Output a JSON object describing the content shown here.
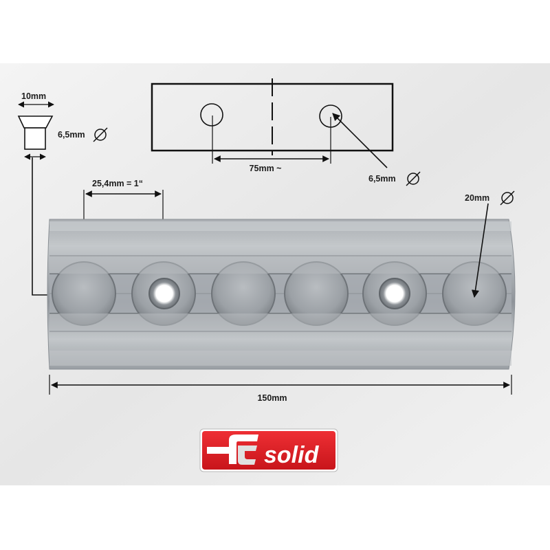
{
  "colors": {
    "background_panel": "#ececec",
    "rail": "#b4b8bc",
    "rail_dark": "#7e8388",
    "line": "#111111",
    "logo_red": "#e21c22"
  },
  "dimensions": {
    "countersink_top": "10mm",
    "countersink_hole": "6,5mm",
    "hole_spacing": "75mm ~",
    "hole_diameter": "6,5mm",
    "pitch": "25,4mm = 1“",
    "pocket_diameter": "20mm",
    "total_length": "150mm"
  },
  "icons": {
    "diameter": "diameter-symbol-icon",
    "countersink": "countersunk-screw-icon"
  },
  "logo": {
    "text": "solid",
    "icon": "fs-logo-mark-icon"
  }
}
